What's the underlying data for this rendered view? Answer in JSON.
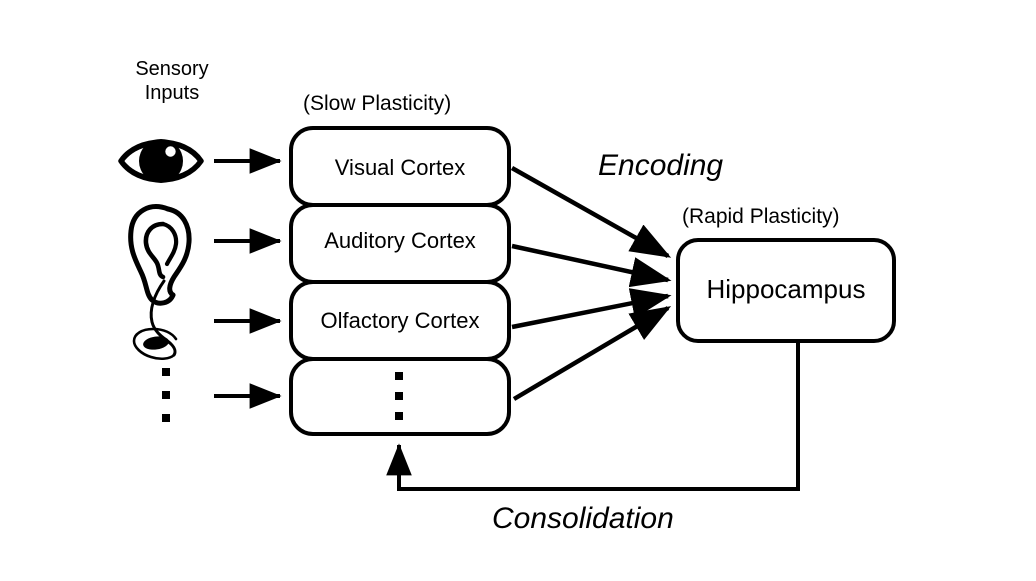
{
  "diagram": {
    "title": "Sensory inputs to cortex to hippocampus memory diagram",
    "background_color": "#ffffff",
    "stroke_color": "#000000"
  },
  "labels": {
    "sensory_inputs": "Sensory Inputs",
    "slow_plasticity": "(Slow Plasticity)",
    "rapid_plasticity": "(Rapid Plasticity)",
    "encoding": "Encoding",
    "consolidation": "Consolidation",
    "hippocampus": "Hippocampus",
    "vertical_ellipsis": "⋮"
  },
  "sensory_icons": [
    {
      "name": "eye-icon",
      "meaning": "vision"
    },
    {
      "name": "ear-icon",
      "meaning": "hearing"
    },
    {
      "name": "nose-icon",
      "meaning": "smell"
    },
    {
      "name": "ellipsis-icon",
      "meaning": "more senses"
    }
  ],
  "cortex_stack": {
    "group_label": "(Slow Plasticity)",
    "boxes": [
      {
        "label": "Visual Cortex"
      },
      {
        "label": "Auditory Cortex"
      },
      {
        "label": "Olfactory Cortex"
      },
      {
        "label": ""
      }
    ]
  },
  "hippocampus": {
    "group_label": "(Rapid Plasticity)",
    "label": "Hippocampus"
  },
  "arrows": {
    "input_arrows_count": 4,
    "encoding_arrows_count": 4,
    "encoding_label": "Encoding",
    "consolidation_label": "Consolidation"
  }
}
